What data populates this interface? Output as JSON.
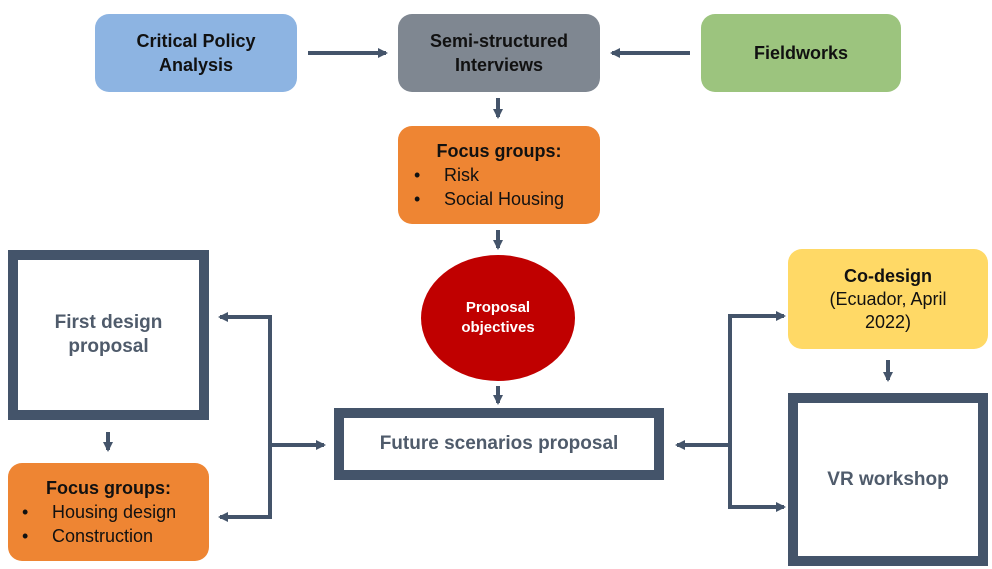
{
  "diagram": {
    "colors": {
      "connector": "#44546a",
      "policy": "#8db4e2",
      "interviews": "#7f8791",
      "fieldworks": "#9cc47e",
      "focus": "#ee8533",
      "objectives": "#c00000",
      "codesign": "#ffd966",
      "outline": "#44546a"
    },
    "nodes": {
      "critical_policy": {
        "line1": "Critical Policy",
        "line2": "Analysis"
      },
      "interviews": {
        "line1": "Semi-structured",
        "line2": "Interviews"
      },
      "fieldworks": {
        "label": "Fieldworks"
      },
      "focus_groups_top": {
        "title": "Focus groups:",
        "items": [
          "Risk",
          "Social Housing"
        ]
      },
      "proposal_objectives": {
        "line1": "Proposal",
        "line2": "objectives"
      },
      "first_design": {
        "line1": "First design",
        "line2": "proposal"
      },
      "focus_groups_bottom": {
        "title": "Focus groups:",
        "items": [
          "Housing design",
          "Construction"
        ]
      },
      "future_scenarios": {
        "label": "Future scenarios proposal"
      },
      "codesign": {
        "title": "Co-design",
        "line1": "(Ecuador, April",
        "line2": "2022)"
      },
      "vr_workshop": {
        "label": "VR workshop"
      }
    },
    "edges": [
      {
        "from": "Critical Policy Analysis",
        "to": "Semi-structured Interviews"
      },
      {
        "from": "Fieldworks",
        "to": "Semi-structured Interviews"
      },
      {
        "from": "Semi-structured Interviews",
        "to": "Focus groups (Risk, Social Housing)"
      },
      {
        "from": "Focus groups (Risk, Social Housing)",
        "to": "Proposal objectives"
      },
      {
        "from": "Proposal objectives",
        "to": "Future scenarios proposal"
      },
      {
        "from": "Future scenarios proposal",
        "to": "First design proposal"
      },
      {
        "from": "Future scenarios proposal",
        "to": "Focus groups (Housing design, Construction)"
      },
      {
        "from": "First design proposal",
        "to": "Focus groups (Housing design, Construction)"
      },
      {
        "from": "Future scenarios proposal",
        "to": "Co-design"
      },
      {
        "from": "Future scenarios proposal",
        "to": "VR workshop"
      },
      {
        "from": "Co-design",
        "to": "VR workshop"
      }
    ]
  }
}
